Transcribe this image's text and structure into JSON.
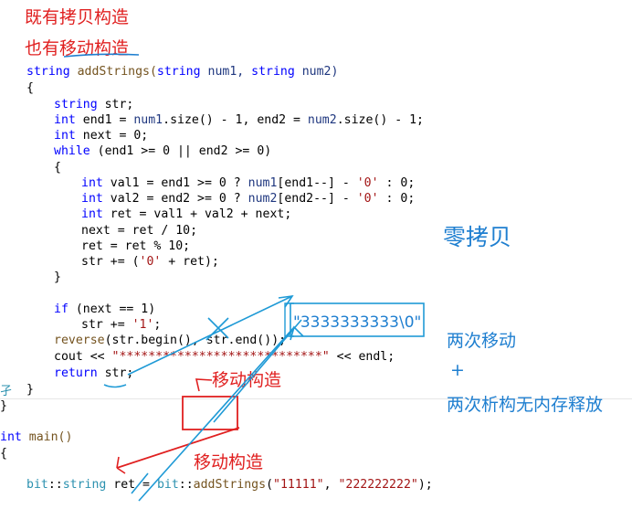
{
  "annotations": {
    "copy_ctor": "既有拷贝构造",
    "move_ctor_prefix": "也有",
    "move_ctor_underlined": "移动构造",
    "zero_copy": "零拷贝",
    "two_moves": "两次移动",
    "plus": "+",
    "two_destructs": "两次析构无内存释放",
    "move_construct_1": "移动构造",
    "move_construct_2": "移动构造",
    "boxed_string": "\"3333333333\\0\""
  },
  "gutter": {
    "left_mark": "孑"
  },
  "code": {
    "l1": {
      "t1": "string",
      "t2": " addStrings(",
      "t3": "string",
      "t4": " num1, ",
      "t5": "string",
      "t6": " num2)"
    },
    "l2": "{",
    "l3": {
      "t1": "string",
      "t2": " str;"
    },
    "l4": {
      "t1": "int",
      "t2": " end1 = ",
      "t3": "num1",
      "t4": ".size() - 1, end2 = ",
      "t5": "num2",
      "t6": ".size() - 1;"
    },
    "l5": {
      "t1": "int",
      "t2": " next = 0;"
    },
    "l6": {
      "t1": "while",
      "t2": " (end1 >= 0 || end2 >= 0)"
    },
    "l7": "{",
    "l8": {
      "t1": "int",
      "t2": " val1 = end1 >= 0 ? ",
      "t3": "num1",
      "t4": "[end1--] - ",
      "t5": "'0'",
      "t6": " : 0;"
    },
    "l9": {
      "t1": "int",
      "t2": " val2 = end2 >= 0 ? ",
      "t3": "num2",
      "t4": "[end2--] - ",
      "t5": "'0'",
      "t6": " : 0;"
    },
    "l10": {
      "t1": "int",
      "t2": " ret = val1 + val2 + next;"
    },
    "l11": "next = ret / 10;",
    "l12": "ret = ret % 10;",
    "l13": {
      "t1": "str += (",
      "t2": "'0'",
      "t3": " + ret);"
    },
    "l14": "}",
    "l15": {
      "t1": "if",
      "t2": " (next == 1)"
    },
    "l16": {
      "t1": "str += ",
      "t2": "'1'",
      "t3": ";"
    },
    "l17": {
      "t1": "reverse",
      "t2": "(str.begin(), str.end());"
    },
    "l18": {
      "t1": "cout << ",
      "t2": "\"****************************\"",
      "t3": " << endl;"
    },
    "l19": {
      "t1": "return",
      "t2": " str;"
    },
    "l20": "}",
    "l21": "}",
    "l22": {
      "t1": "int",
      "t2": " main()"
    },
    "l23": "{",
    "l24": {
      "t1": "bit",
      "t2": "::",
      "t3": "string",
      "t4": " ret = ",
      "t5": "bit",
      "t6": "::",
      "t7": "addStrings",
      "t8": "(",
      "t9": "\"11111\"",
      "t10": ", ",
      "t11": "\"222222222\"",
      "t12": ");"
    }
  },
  "colors": {
    "annotation_red": "#e02020",
    "annotation_blue": "#1f7fd0",
    "keyword": "#0000ff",
    "type": "#2b91af",
    "string": "#a31515"
  }
}
